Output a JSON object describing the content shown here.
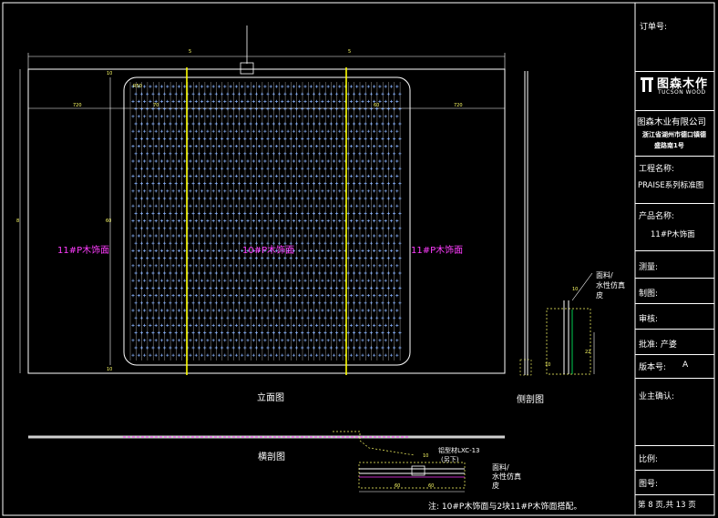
{
  "title_block": {
    "order_no": "订单号:",
    "logo_cn": "图森木作",
    "logo_en": "TUCSON WOOD",
    "company": "图森木业有限公司",
    "address_line1": "浙江省湖州市德口镇德",
    "address_line2": "盛路南1号",
    "project_label": "工程名称:",
    "project_value": "PRAISE系列标准图",
    "product_label": "产品名称:",
    "product_value": "11#P木饰面",
    "survey": "测量:",
    "drawing": "制图:",
    "review": "审核:",
    "approve": "批准: 产婆",
    "version_label": "版本号:",
    "version_value": "A",
    "owner_confirm": "业主确认:",
    "scale": "比例:",
    "drawing_no": "图号:",
    "page": "第 8 页,共 13 页"
  },
  "elevation": {
    "caption": "立面图",
    "left_label": "11#P木饰面",
    "center_label": "10#P木饰面",
    "right_label": "11#P木饰面",
    "dims": {
      "left": "720",
      "inner_left": "70",
      "inner_right": "60",
      "right": "720",
      "top_a": "5",
      "top_b": "5",
      "side": "8",
      "inner_h": "60",
      "corner": "R50",
      "t1": "10",
      "t2": "10"
    }
  },
  "side_section": {
    "caption": "侧剖图",
    "material": "面料/",
    "material2": "水性仿真",
    "material3": "皮",
    "dim_a": "10",
    "dim_b": "22",
    "dim_c": "10"
  },
  "cross_section": {
    "caption": "横剖图",
    "profile": "铝型材LXC-13",
    "profile_note": "(另下)",
    "material": "面料/",
    "material2": "水性仿真",
    "material3": "皮",
    "dim_a": "10",
    "dim_b": "60",
    "dim_c": "60"
  },
  "note": "注: 10#P木饰面与2块11#P木饰面搭配。",
  "colors": {
    "line": "#ffffff",
    "magenta": "#ff3cff",
    "yellow": "#ffff00",
    "blue": "#8ab4ff"
  }
}
